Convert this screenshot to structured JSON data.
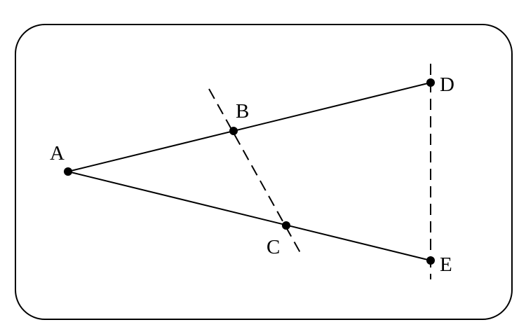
{
  "diagram": {
    "points": [
      {
        "id": "A",
        "label": "A"
      },
      {
        "id": "B",
        "label": "B"
      },
      {
        "id": "C",
        "label": "C"
      },
      {
        "id": "D",
        "label": "D"
      },
      {
        "id": "E",
        "label": "E"
      }
    ],
    "segments": [
      {
        "from": "A",
        "to": "D",
        "style": "solid"
      },
      {
        "from": "A",
        "to": "E",
        "style": "solid"
      },
      {
        "through": [
          "B",
          "C"
        ],
        "style": "dashed"
      },
      {
        "through": [
          "D",
          "E"
        ],
        "style": "dashed"
      }
    ],
    "colors": {
      "stroke": "#000000",
      "background": "#ffffff"
    }
  }
}
